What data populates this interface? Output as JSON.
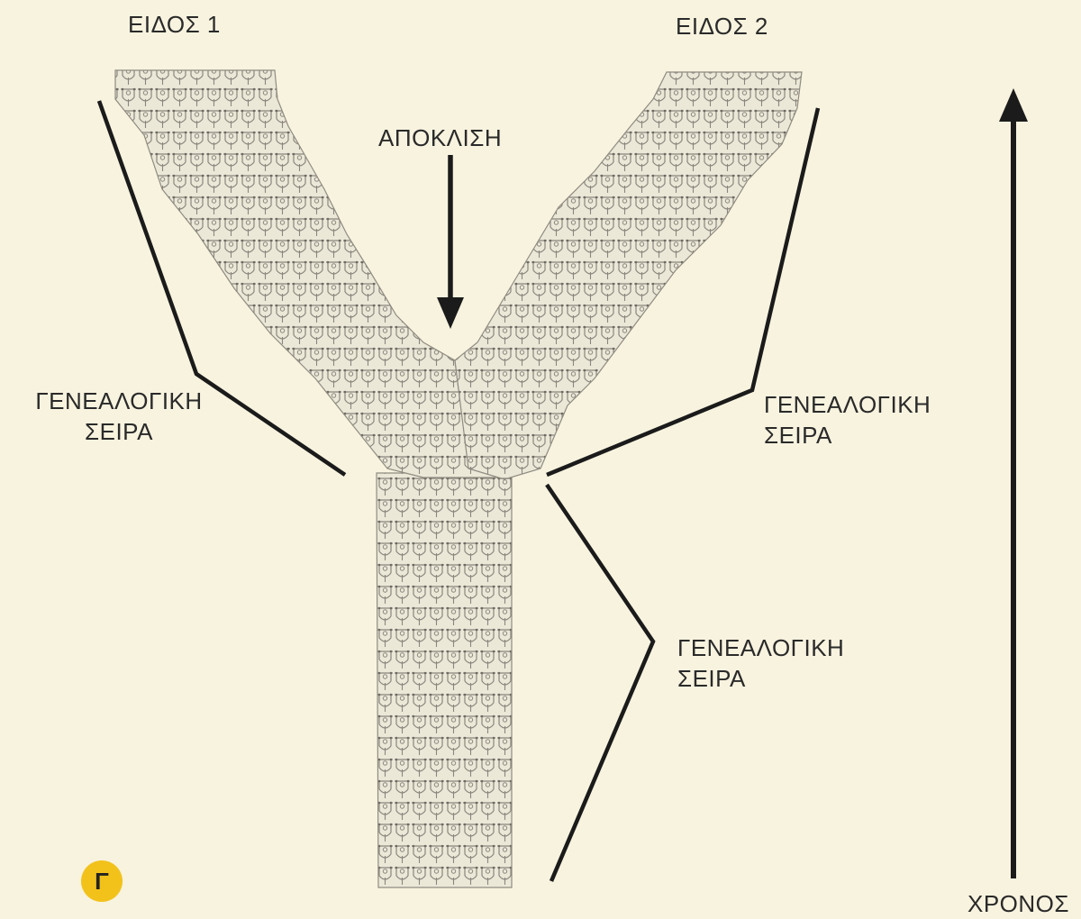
{
  "labels": {
    "species_1": "ΕΙΔΟΣ 1",
    "species_2": "ΕΙΔΟΣ 2",
    "divergence": "ΑΠΟΚΛΙΣΗ",
    "lineage_left": [
      "ΓΕΝΕΑΛΟΓΙΚΗ",
      "ΣΕΙΡΑ"
    ],
    "lineage_right_upper": [
      "ΓΕΝΕΑΛΟΓΙΚΗ",
      "ΣΕΙΡΑ"
    ],
    "lineage_right_lower": [
      "ΓΕΝΕΑΛΟΓΙΚΗ",
      "ΣΕΙΡΑ"
    ],
    "time": "ΧΡΟΝΟΣ",
    "badge": "Γ"
  },
  "colors": {
    "background": "#f8f3df",
    "population_fill": "#e9e5d6",
    "population_stroke": "#8f8b80",
    "lines": "#1b1b1b",
    "badge": "#f2c21b"
  },
  "icons": {
    "divergence_arrow": "arrow-down-icon",
    "time_arrow": "arrow-up-icon"
  }
}
